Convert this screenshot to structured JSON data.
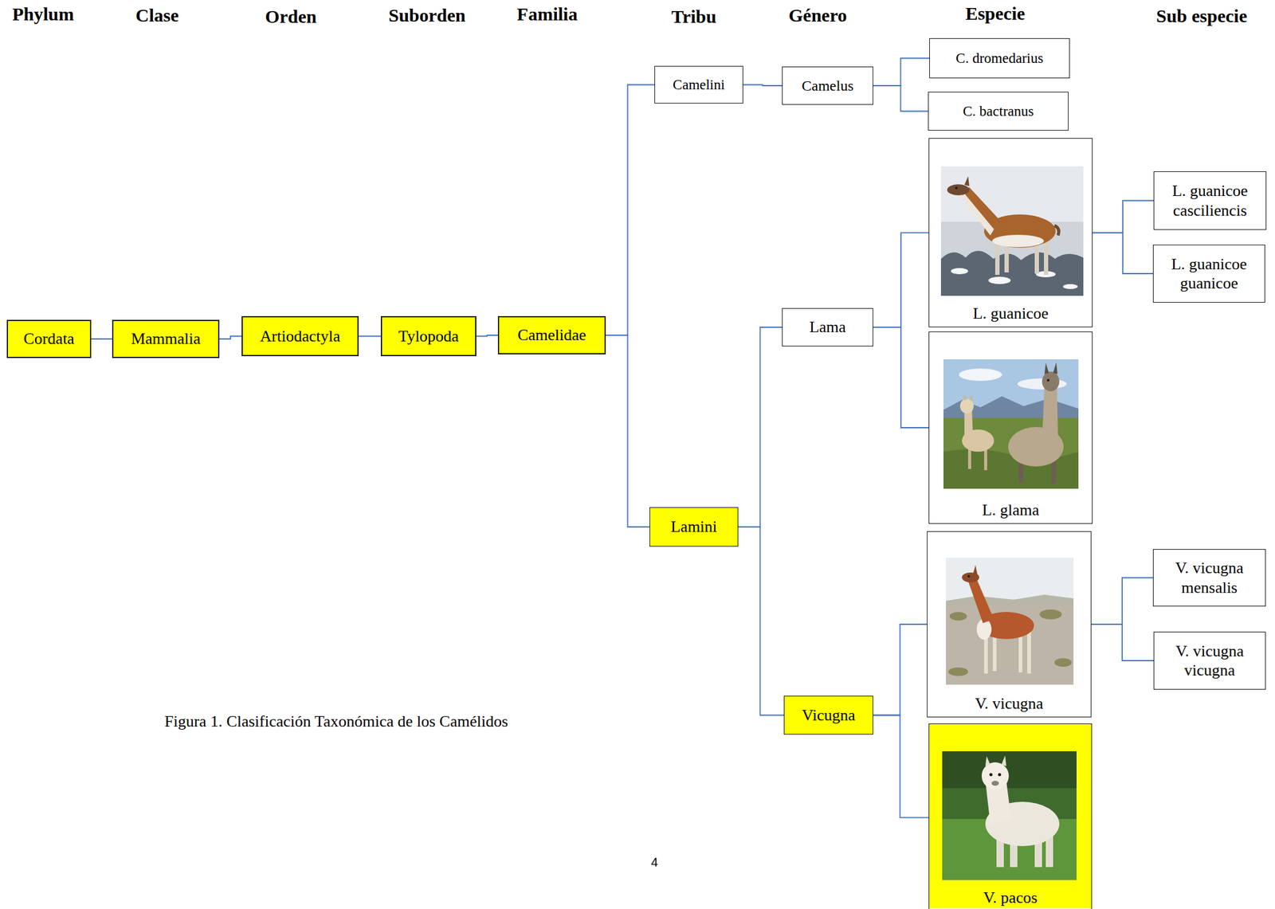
{
  "diagram": {
    "caption": "Figura 1. Clasificación Taxonómica de los Camélidos",
    "nodes": [
      {
        "text": [
          "Cordata"
        ]
      },
      {
        "text": [
          "Mammalia"
        ]
      },
      {
        "text": [
          "Artiodactyla"
        ]
      },
      {
        "text": [
          "Tylopoda"
        ]
      },
      {
        "text": [
          "Camelidae"
        ]
      },
      {
        "text": [
          "Camelini"
        ]
      },
      {
        "text": [
          "Lamini"
        ]
      },
      {
        "text": [
          "Camelus"
        ]
      },
      {
        "text": [
          "Lama"
        ]
      },
      {
        "text": [
          "Vicugna"
        ]
      },
      {
        "text": [
          "C. dromedarius"
        ]
      },
      {
        "text": [
          "C. bactranus"
        ]
      },
      {
        "text": [
          "L. guanicoe"
        ]
      },
      {
        "text": [
          "L. glama"
        ]
      },
      {
        "text": [
          "V. vicugna"
        ]
      },
      {
        "text": [
          "V. pacos"
        ]
      },
      {
        "text": [
          "L. guanicoe casciliencis"
        ]
      },
      {
        "text": [
          "L. guanicoe guanicoe"
        ]
      },
      {
        "text": [
          "V. vicugna mensalis"
        ]
      },
      {
        "text": [
          "V. vicugna vicugna"
        ]
      }
    ],
    "edges": [
      {
        "from": 0,
        "to": 1,
        "arrow": "none"
      },
      {
        "from": 1,
        "to": 2,
        "arrow": "none"
      },
      {
        "from": 2,
        "to": 3,
        "arrow": "none"
      },
      {
        "from": 3,
        "to": 4,
        "arrow": "none"
      },
      {
        "from": 4,
        "to": 5,
        "arrow": "none"
      },
      {
        "from": 4,
        "to": 6,
        "arrow": "none"
      },
      {
        "from": 5,
        "to": 7,
        "arrow": "none"
      },
      {
        "from": 6,
        "to": 8,
        "arrow": "none"
      },
      {
        "from": 6,
        "to": 9,
        "arrow": "none"
      },
      {
        "from": 7,
        "to": 10,
        "arrow": "none"
      },
      {
        "from": 7,
        "to": 11,
        "arrow": "none"
      },
      {
        "from": 8,
        "to": 12,
        "arrow": "none"
      },
      {
        "from": 8,
        "to": 13,
        "arrow": "none"
      },
      {
        "from": 9,
        "to": 14,
        "arrow": "none"
      },
      {
        "from": 9,
        "to": 15,
        "arrow": "none"
      },
      {
        "from": 12,
        "to": 16,
        "arrow": "none"
      },
      {
        "from": 12,
        "to": 17,
        "arrow": "none"
      },
      {
        "from": 14,
        "to": 18,
        "arrow": "none"
      },
      {
        "from": 14,
        "to": 19,
        "arrow": "none"
      }
    ],
    "labels": [
      "Phylum",
      "Clase",
      "Orden",
      "Suborden",
      "Familia",
      "Tribu",
      "Género",
      "Especie",
      "Sub especie",
      "4"
    ]
  }
}
